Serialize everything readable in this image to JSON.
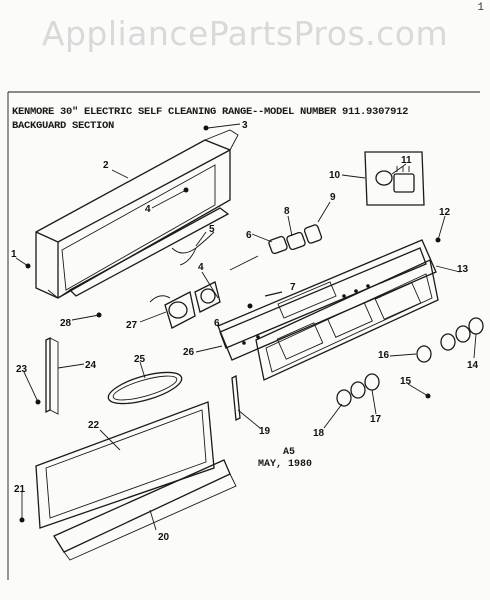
{
  "watermark": "AppliancePartsPros.com",
  "header": {
    "line1": "KENMORE 30\" ELECTRIC SELF CLEANING RANGE--MODEL NUMBER 911.9307912",
    "line2": "BACKGUARD SECTION",
    "corner": "1"
  },
  "footer": {
    "code": "A5",
    "date": "MAY, 1980"
  },
  "callouts": [
    "1",
    "2",
    "3",
    "4",
    "5",
    "6",
    "7",
    "8",
    "9",
    "10",
    "11",
    "12",
    "13",
    "14",
    "15",
    "16",
    "17",
    "18",
    "19",
    "20",
    "21",
    "22",
    "23",
    "24",
    "25",
    "26",
    "27",
    "28",
    "6",
    "4"
  ]
}
